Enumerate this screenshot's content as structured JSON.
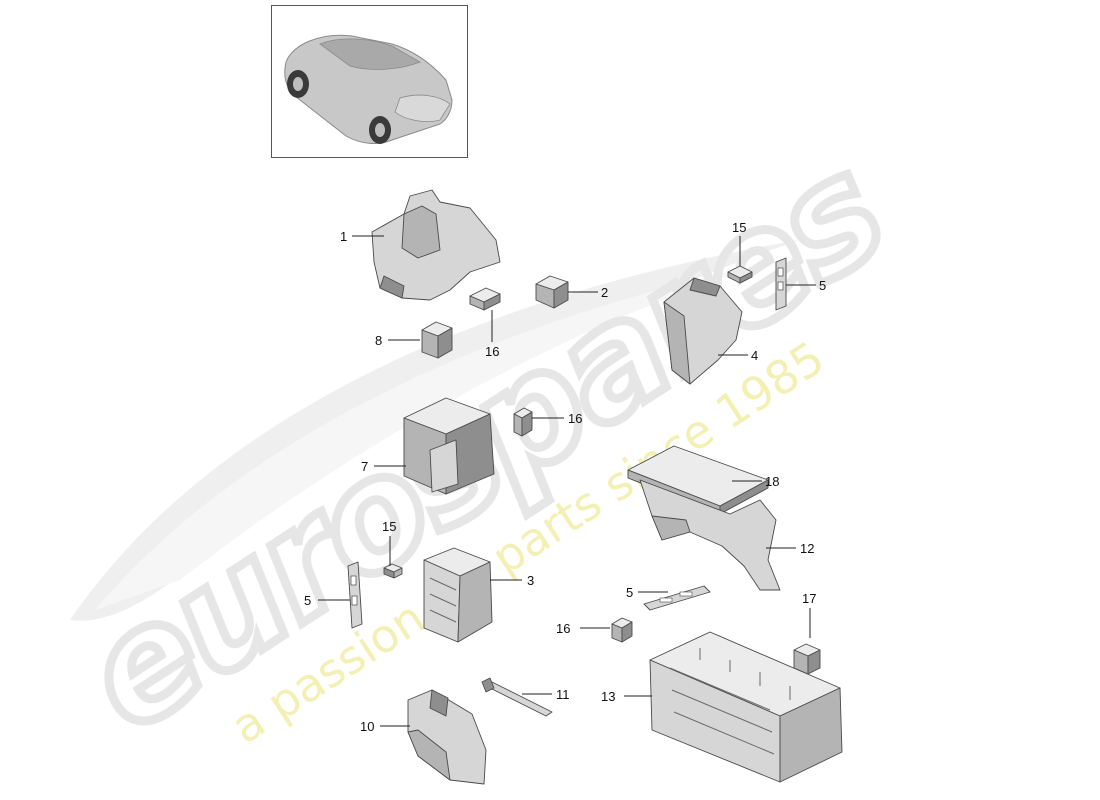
{
  "watermark": {
    "brand": "eurospares",
    "slogan": "a passion for parts since 1985"
  },
  "colors": {
    "watermark_gray": "#e9e9e9",
    "watermark_yellow": "#f4f0b4",
    "part_dark": "#8e8e8e",
    "part_mid": "#b4b4b4",
    "part_light": "#d6d6d6",
    "leader_line": "#222222"
  },
  "vehicle_thumbnail": {
    "icon": "car-suv-icon"
  },
  "callouts": [
    {
      "id": "c1",
      "label": "1",
      "part_icon": "fuse-box-bracket-icon"
    },
    {
      "id": "c2",
      "label": "2",
      "part_icon": "relay-icon"
    },
    {
      "id": "c15a",
      "label": "15",
      "part_icon": "mini-fuse-icon"
    },
    {
      "id": "c5a",
      "label": "5",
      "part_icon": "fuse-strip-icon"
    },
    {
      "id": "c8",
      "label": "8",
      "part_icon": "relay-icon"
    },
    {
      "id": "c16a",
      "label": "16",
      "part_icon": "blade-fuse-icon"
    },
    {
      "id": "c4",
      "label": "4",
      "part_icon": "fuse-box-cover-icon"
    },
    {
      "id": "c16b",
      "label": "16",
      "part_icon": "blade-fuse-icon"
    },
    {
      "id": "c7",
      "label": "7",
      "part_icon": "control-unit-icon"
    },
    {
      "id": "c18",
      "label": "18",
      "part_icon": "fuse-box-lid-icon"
    },
    {
      "id": "c12",
      "label": "12",
      "part_icon": "holder-bracket-icon"
    },
    {
      "id": "c15b",
      "label": "15",
      "part_icon": "mini-fuse-icon"
    },
    {
      "id": "c3",
      "label": "3",
      "part_icon": "fuse-carrier-icon"
    },
    {
      "id": "c5b",
      "label": "5",
      "part_icon": "fuse-strip-icon"
    },
    {
      "id": "c5c",
      "label": "5",
      "part_icon": "fuse-strip-icon"
    },
    {
      "id": "c17",
      "label": "17",
      "part_icon": "relay-icon"
    },
    {
      "id": "c16c",
      "label": "16",
      "part_icon": "blade-fuse-icon"
    },
    {
      "id": "c11",
      "label": "11",
      "part_icon": "bus-bar-icon"
    },
    {
      "id": "c13",
      "label": "13",
      "part_icon": "relay-carrier-icon"
    },
    {
      "id": "c10",
      "label": "10",
      "part_icon": "fuse-box-housing-icon"
    }
  ]
}
